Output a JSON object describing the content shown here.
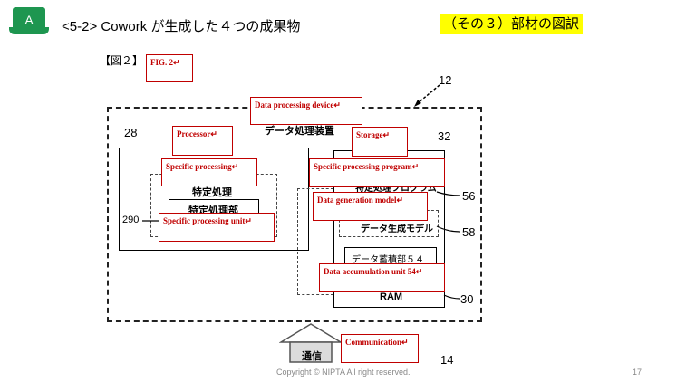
{
  "header": {
    "badge_letter": "A",
    "title": "<5-2> Cowork が生成した４つの成果物",
    "highlight": "（その３）部材の図訳"
  },
  "figure": {
    "fig_label_jp": "【図２】",
    "annotations": {
      "fig": "FIG. 2↵",
      "data_processing_device": "Data processing device↵",
      "processor": "Processor↵",
      "storage": "Storage↵",
      "specific_processing": "Specific processing↵",
      "specific_processing_program": "Specific processing program↵",
      "data_generation_model": "Data generation model↵",
      "specific_processing_unit": "Specific processing unit↵",
      "data_accumulation_unit": "Data accumulation unit 54↵",
      "communication": "Communication↵"
    },
    "refs": {
      "r12": "12",
      "r28": "28",
      "r32": "32",
      "r56": "56",
      "r58": "58",
      "r290": "290",
      "r30": "30",
      "r14": "14"
    },
    "jp_labels": {
      "device": "データ処理装置",
      "tokutei_shori": "特定処理",
      "tokutei_shoribu": "特定処理部",
      "program": "特定処理プログラム",
      "model": "データ生成モデル",
      "accum": "データ蓄積部５４",
      "ram": "RAM",
      "tsushin": "通信"
    }
  },
  "footer": {
    "copyright": "Copyright © NIPTA All right reserved.",
    "page_number": "17"
  }
}
